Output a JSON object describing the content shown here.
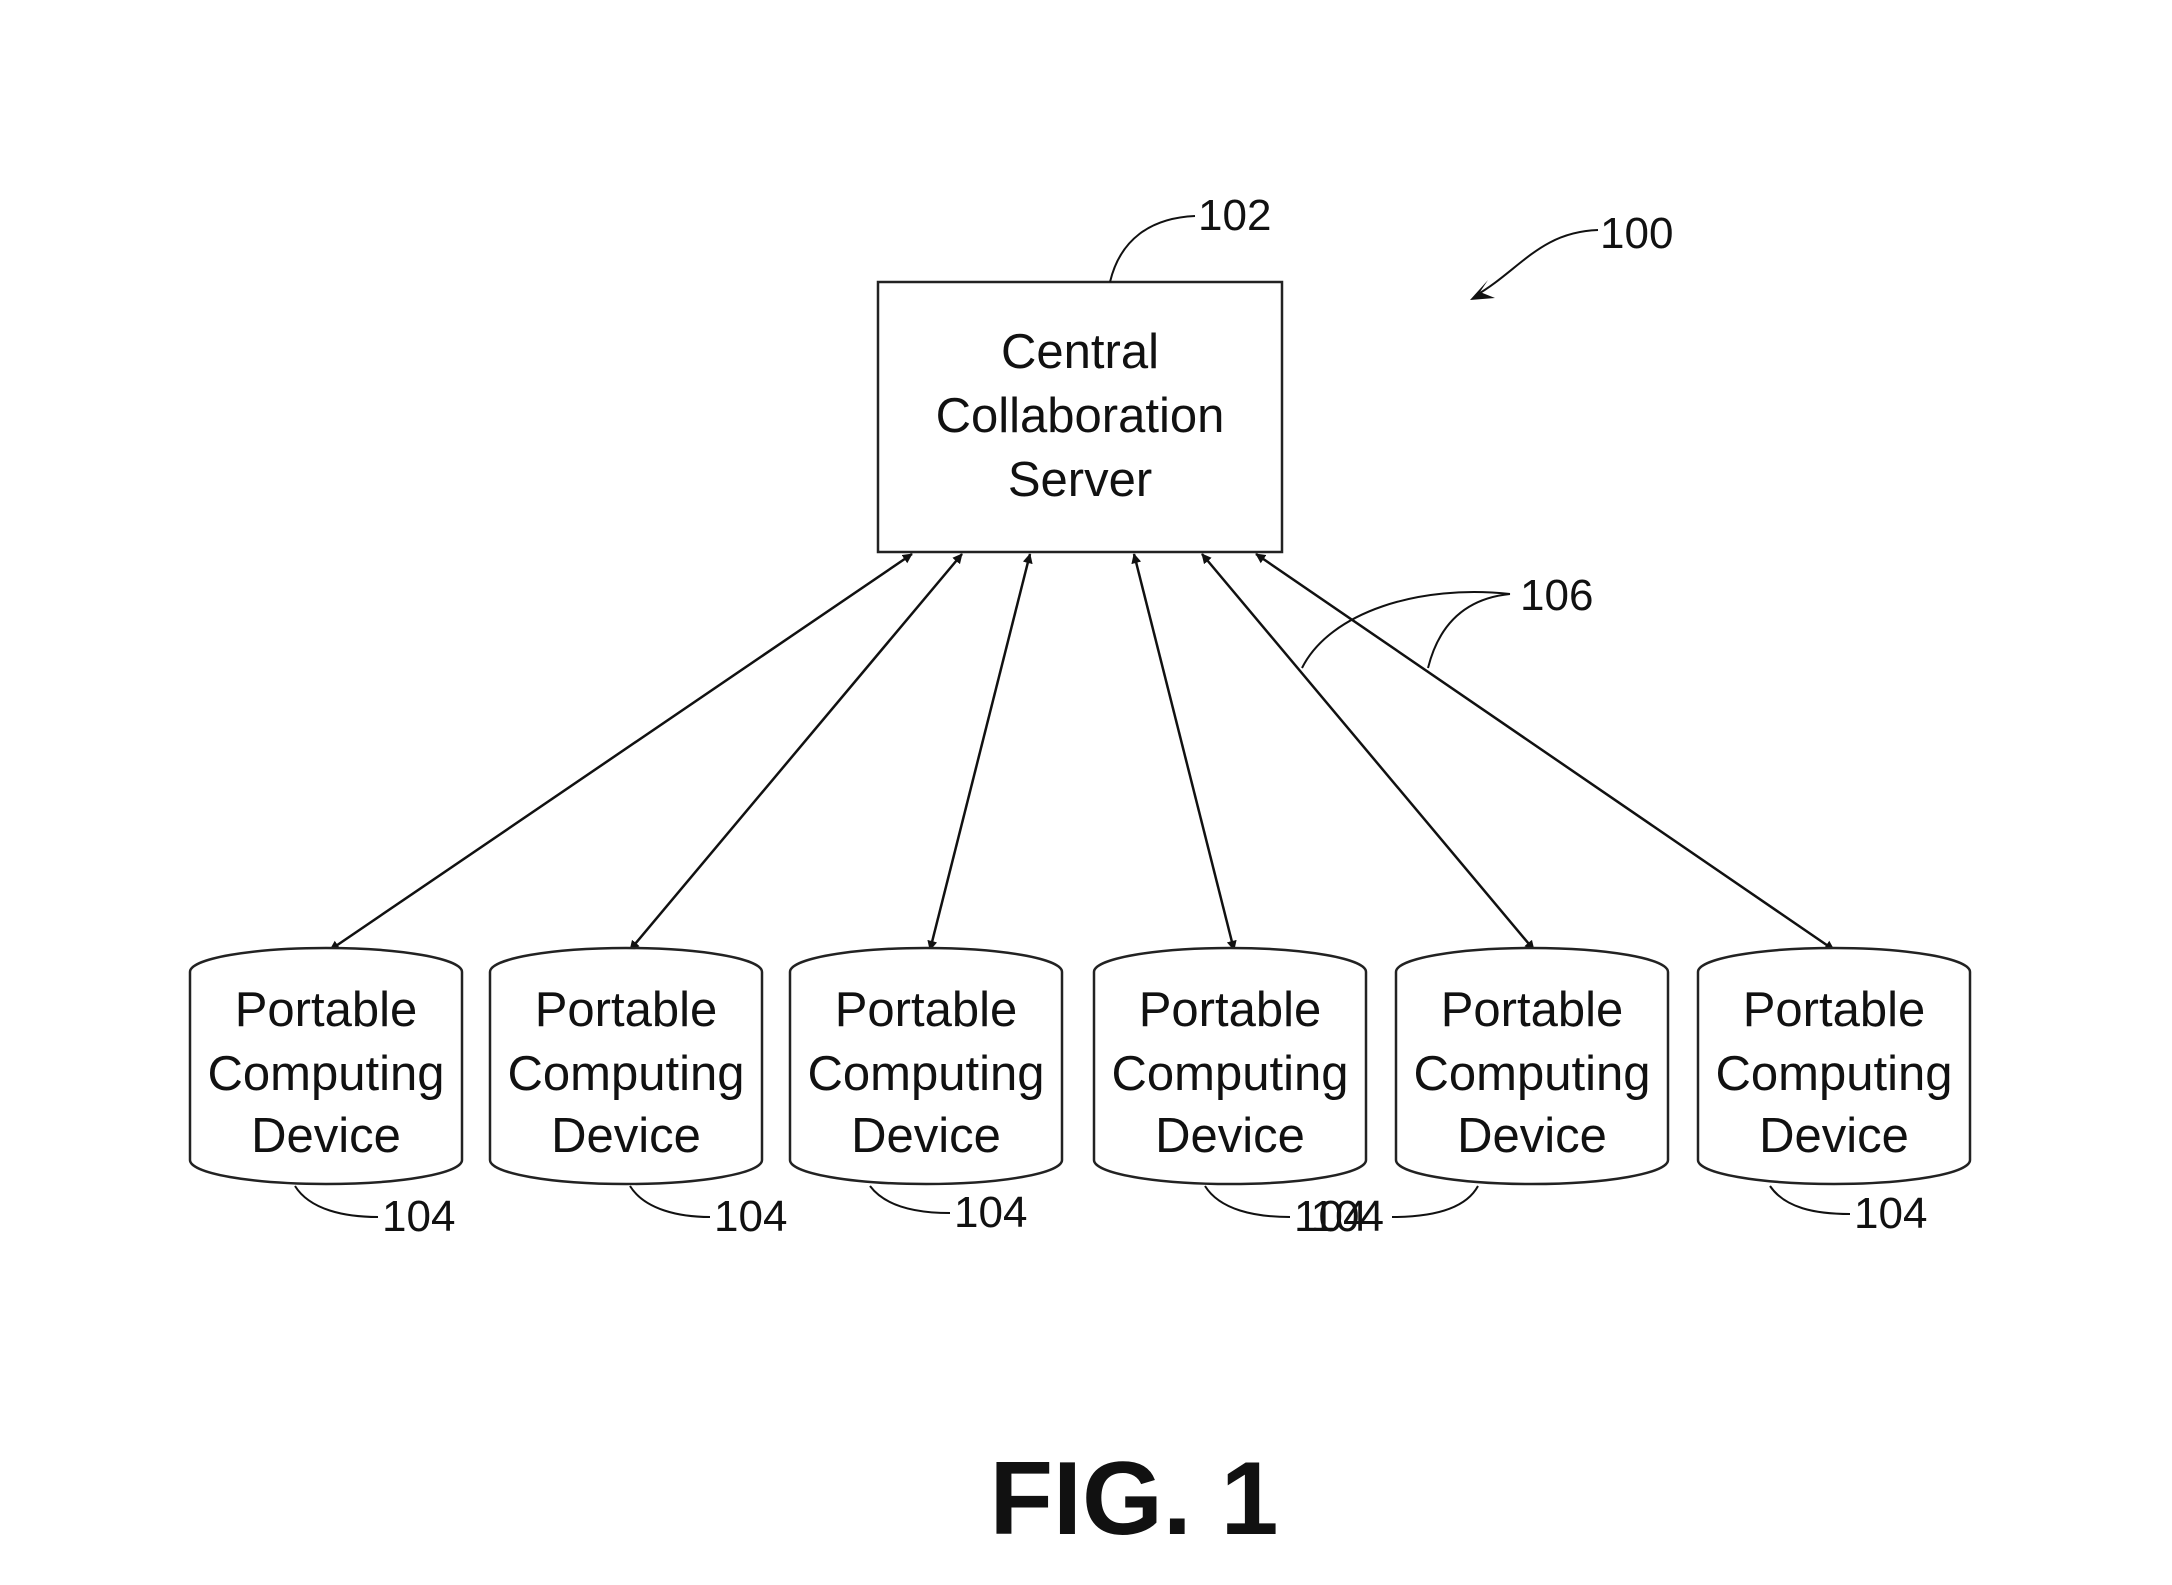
{
  "server": {
    "label_lines": [
      "Central",
      "Collaboration",
      "Server"
    ],
    "ref": "102"
  },
  "system_ref": "100",
  "connection_ref": "106",
  "devices": [
    {
      "label_lines": [
        "Portable",
        "Computing",
        "Device"
      ],
      "ref": "104"
    },
    {
      "label_lines": [
        "Portable",
        "Computing",
        "Device"
      ],
      "ref": "104"
    },
    {
      "label_lines": [
        "Portable",
        "Computing",
        "Device"
      ],
      "ref": "104"
    },
    {
      "label_lines": [
        "Portable",
        "Computing",
        "Device"
      ],
      "ref": "104"
    },
    {
      "label_lines": [
        "Portable",
        "Computing",
        "Device"
      ],
      "ref": "104"
    },
    {
      "label_lines": [
        "Portable",
        "Computing",
        "Device"
      ],
      "ref": "104"
    }
  ],
  "figure_caption": "FIG. 1",
  "colors": {
    "line": "#111111",
    "background": "#ffffff"
  }
}
